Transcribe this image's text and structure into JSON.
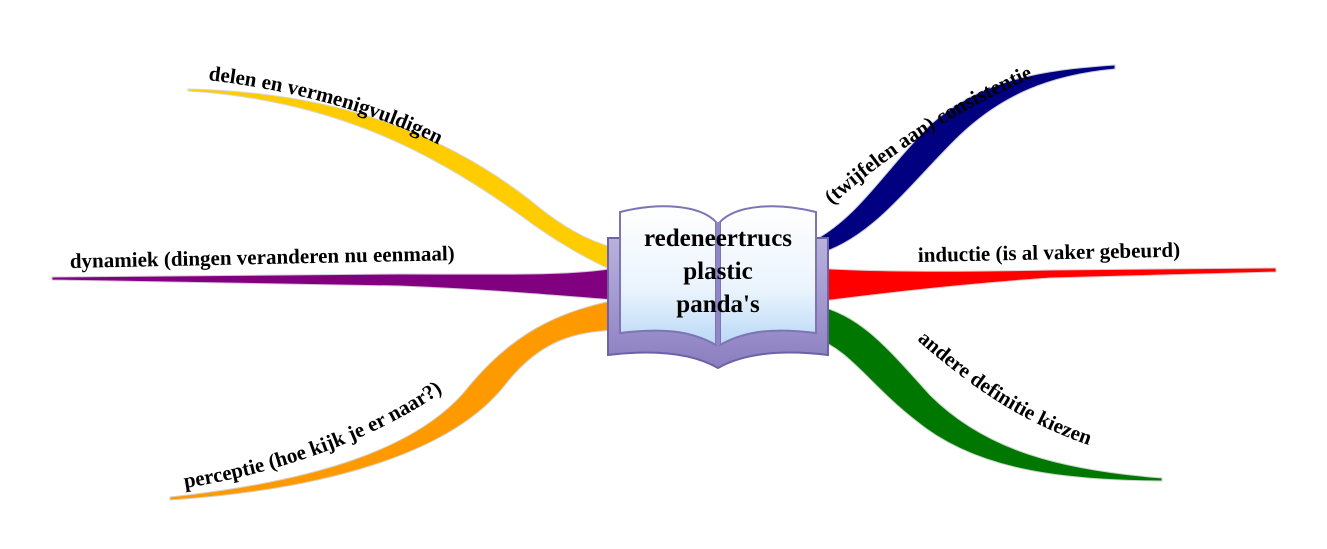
{
  "central_topic": {
    "lines": [
      "redeneertrucs",
      "plastic",
      "panda's"
    ],
    "icon": "open-book-icon"
  },
  "branches": [
    {
      "id": "delen",
      "label": "delen en vermenigvuldigen",
      "color": "#ffcc00"
    },
    {
      "id": "dynamiek",
      "label": "dynamiek (dingen veranderen nu eenmaal)",
      "color": "#800080"
    },
    {
      "id": "perceptie",
      "label": "perceptie (hoe kijk je er naar?)",
      "color": "#ff9900"
    },
    {
      "id": "consistentie",
      "label": "(twijfelen aan) consistentie",
      "color": "#000080"
    },
    {
      "id": "inductie",
      "label": "inductie (is al vaker gebeurd)",
      "color": "#ff0000"
    },
    {
      "id": "definitie",
      "label": "andere definitie kiezen",
      "color": "#007700"
    }
  ]
}
